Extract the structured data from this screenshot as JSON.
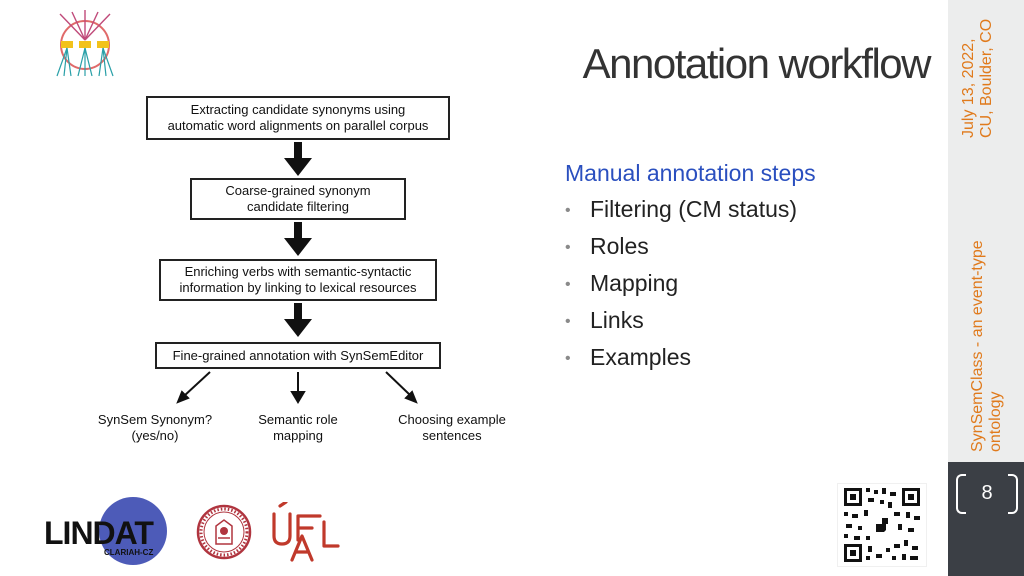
{
  "header": {
    "title": "Annotation workflow"
  },
  "sidebar": {
    "date": "July 13, 2022, CU, Boulder, CO",
    "subtitle": "SynSemClass - an event-type ontology",
    "page_number": "8"
  },
  "manual_steps": {
    "heading": "Manual annotation steps",
    "items": [
      "Filtering (CM status)",
      "Roles",
      "Mapping",
      "Links",
      "Examples"
    ]
  },
  "workflow": {
    "boxes": [
      "Extracting candidate synonyms using\nautomatic word alignments on parallel corpus",
      "Coarse-grained synonym\ncandidate filtering",
      "Enriching verbs with semantic-syntactic\ninformation by linking to lexical resources",
      "Fine-grained annotation with SynSemEditor"
    ],
    "outputs": [
      "SynSem Synonym?\n(yes/no)",
      "Semantic role\nmapping",
      "Choosing example\nsentences"
    ]
  },
  "logos": {
    "lindat": "LINDAT",
    "lindat_sub": "CLARIAH-CZ",
    "ufal": "ÚFAL"
  },
  "colors": {
    "accent_orange": "#e07a1c",
    "heading_blue": "#2a4fbf",
    "sidebar_dark": "#3b3f45",
    "lindat_purple": "#4d5bb8",
    "seal_red": "#b0353f",
    "ufal_red": "#c0392b"
  },
  "icons": [
    "university-logo-icon",
    "charles-university-seal-icon",
    "qr-code-icon"
  ]
}
